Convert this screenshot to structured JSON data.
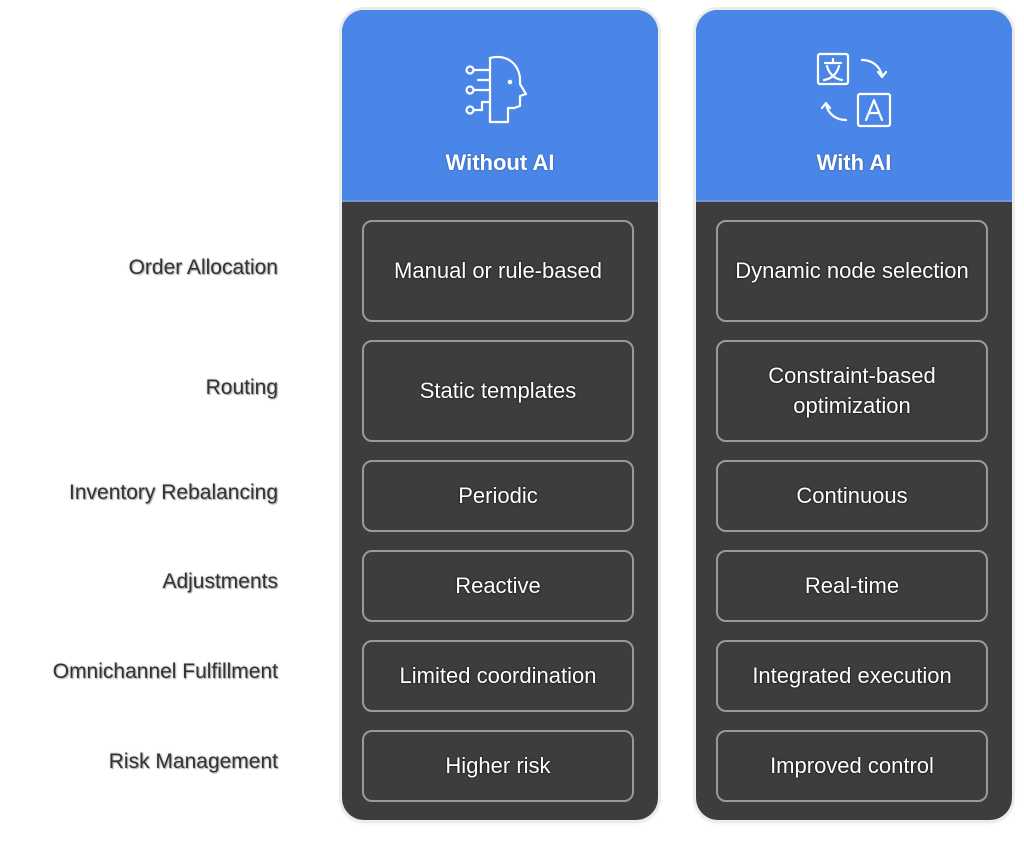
{
  "rows": [
    "Order Allocation",
    "Routing",
    "Inventory Rebalancing",
    "Adjustments",
    "Omnichannel Fulfillment",
    "Risk Management"
  ],
  "columns": [
    {
      "title": "Without AI",
      "icon": "ai-head-icon",
      "cells": [
        "Manual or rule-based",
        "Static templates",
        "Periodic",
        "Reactive",
        "Limited coordination",
        "Higher risk"
      ]
    },
    {
      "title": "With AI",
      "icon": "translate-icon",
      "cells": [
        "Dynamic node selection",
        "Constraint-based optimization",
        "Continuous",
        "Real-time",
        "Integrated execution",
        "Improved control"
      ]
    }
  ],
  "colors": {
    "header": "#4a86e8",
    "body": "#3d3d3d",
    "cell_border": "#9a9a9a"
  }
}
